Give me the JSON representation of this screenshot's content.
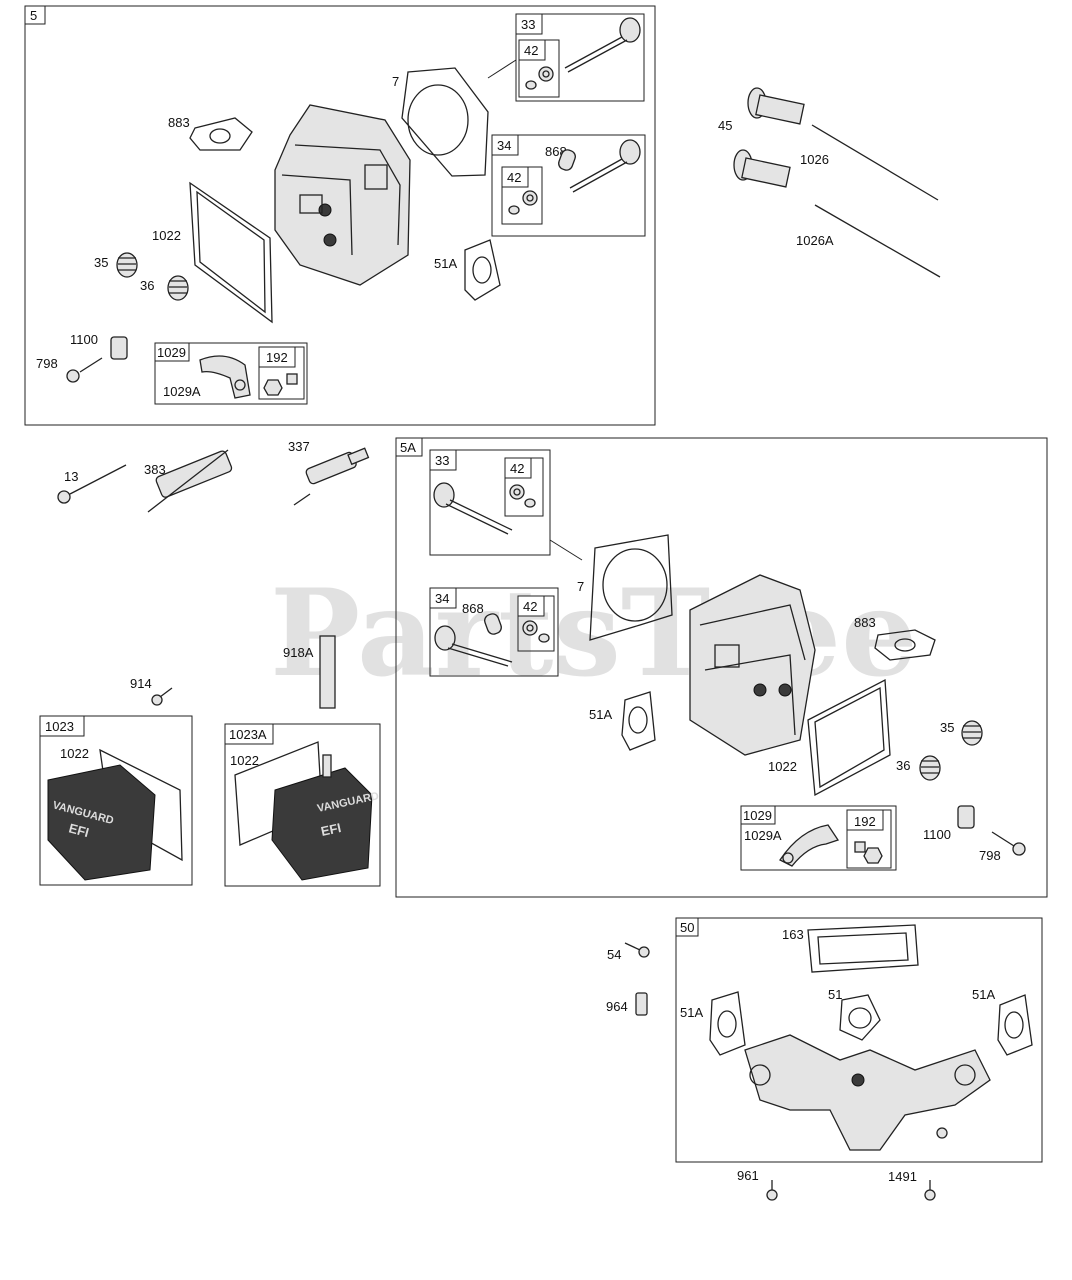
{
  "watermark": "PartsTree",
  "groups": [
    {
      "id": "5",
      "label": "5"
    },
    {
      "id": "5A",
      "label": "5A"
    },
    {
      "id": "1023",
      "label": "1023"
    },
    {
      "id": "1023A",
      "label": "1023A"
    },
    {
      "id": "50",
      "label": "50"
    }
  ],
  "subgroups": [
    {
      "id": "g5-33",
      "label": "33"
    },
    {
      "id": "g5-42a",
      "label": "42"
    },
    {
      "id": "g5-34",
      "label": "34"
    },
    {
      "id": "g5-42b",
      "label": "42"
    },
    {
      "id": "g5-1029",
      "label": "1029"
    },
    {
      "id": "g5-192",
      "label": "192"
    },
    {
      "id": "g5a-33",
      "label": "33"
    },
    {
      "id": "g5a-42a",
      "label": "42"
    },
    {
      "id": "g5a-34",
      "label": "34"
    },
    {
      "id": "g5a-42b",
      "label": "42"
    },
    {
      "id": "g5a-1029",
      "label": "1029"
    },
    {
      "id": "g5a-192",
      "label": "192"
    }
  ],
  "callouts": [
    {
      "id": "c-883",
      "label": "883"
    },
    {
      "id": "c-7",
      "label": "7"
    },
    {
      "id": "c-868",
      "label": "868"
    },
    {
      "id": "c-1022",
      "label": "1022"
    },
    {
      "id": "c-35",
      "label": "35"
    },
    {
      "id": "c-36",
      "label": "36"
    },
    {
      "id": "c-51a",
      "label": "51A"
    },
    {
      "id": "c-1100",
      "label": "1100"
    },
    {
      "id": "c-798",
      "label": "798"
    },
    {
      "id": "c-1029a",
      "label": "1029A"
    },
    {
      "id": "c-45",
      "label": "45"
    },
    {
      "id": "c-1026",
      "label": "1026"
    },
    {
      "id": "c-1026a",
      "label": "1026A"
    },
    {
      "id": "c-13",
      "label": "13"
    },
    {
      "id": "c-383",
      "label": "383"
    },
    {
      "id": "c-337",
      "label": "337"
    },
    {
      "id": "c-918a",
      "label": "918A"
    },
    {
      "id": "c-914",
      "label": "914"
    },
    {
      "id": "c-1022-a",
      "label": "1022"
    },
    {
      "id": "c-1022-b",
      "label": "1022"
    },
    {
      "id": "c-5a-7",
      "label": "7"
    },
    {
      "id": "c-5a-868",
      "label": "868"
    },
    {
      "id": "c-5a-883",
      "label": "883"
    },
    {
      "id": "c-5a-51a",
      "label": "51A"
    },
    {
      "id": "c-5a-35",
      "label": "35"
    },
    {
      "id": "c-5a-36",
      "label": "36"
    },
    {
      "id": "c-5a-1022",
      "label": "1022"
    },
    {
      "id": "c-5a-1029a",
      "label": "1029A"
    },
    {
      "id": "c-5a-1100",
      "label": "1100"
    },
    {
      "id": "c-5a-798",
      "label": "798"
    },
    {
      "id": "c-54",
      "label": "54"
    },
    {
      "id": "c-964",
      "label": "964"
    },
    {
      "id": "c-163",
      "label": "163"
    },
    {
      "id": "c-51",
      "label": "51"
    },
    {
      "id": "c-50-51a-l",
      "label": "51A"
    },
    {
      "id": "c-50-51a-r",
      "label": "51A"
    },
    {
      "id": "c-961",
      "label": "961"
    },
    {
      "id": "c-1491",
      "label": "1491"
    }
  ],
  "cover_text": {
    "brand": "VANGUARD",
    "model": "EFI"
  }
}
